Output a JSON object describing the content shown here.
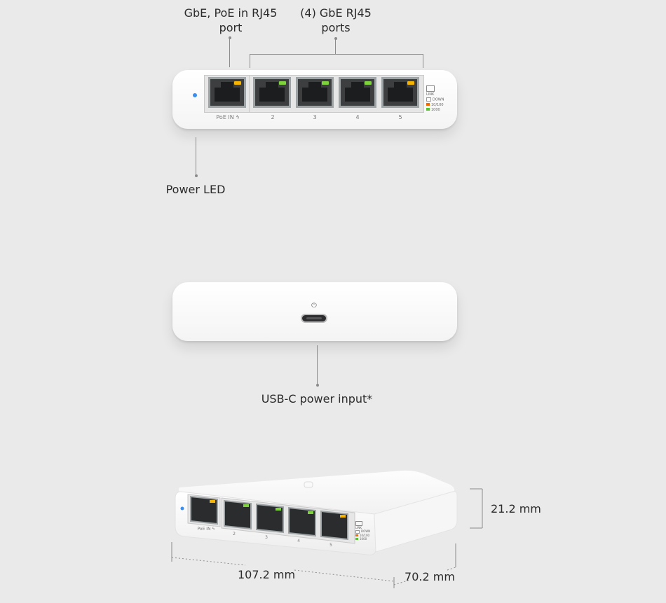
{
  "callouts": {
    "poe_port_line1": "GbE, PoE in RJ45",
    "poe_port_line2": "port",
    "gbe_ports_line1": "(4) GbE RJ45",
    "gbe_ports_line2": "ports",
    "power_led": "Power LED",
    "usbc": "USB-C power input*"
  },
  "front_panel": {
    "poe_label": "PoE IN",
    "ports": [
      "2",
      "3",
      "4",
      "5"
    ],
    "legend_title": "LINK",
    "legend": [
      "DOWN",
      "10/100",
      "1000"
    ]
  },
  "dimensions": {
    "height": "21.2 mm",
    "width": "107.2 mm",
    "depth": "70.2 mm"
  },
  "colors": {
    "background": "#eaeaea",
    "led_amber": "#f4b400",
    "led_green": "#7ed23c",
    "power_led_blue": "#3a8ef0"
  }
}
